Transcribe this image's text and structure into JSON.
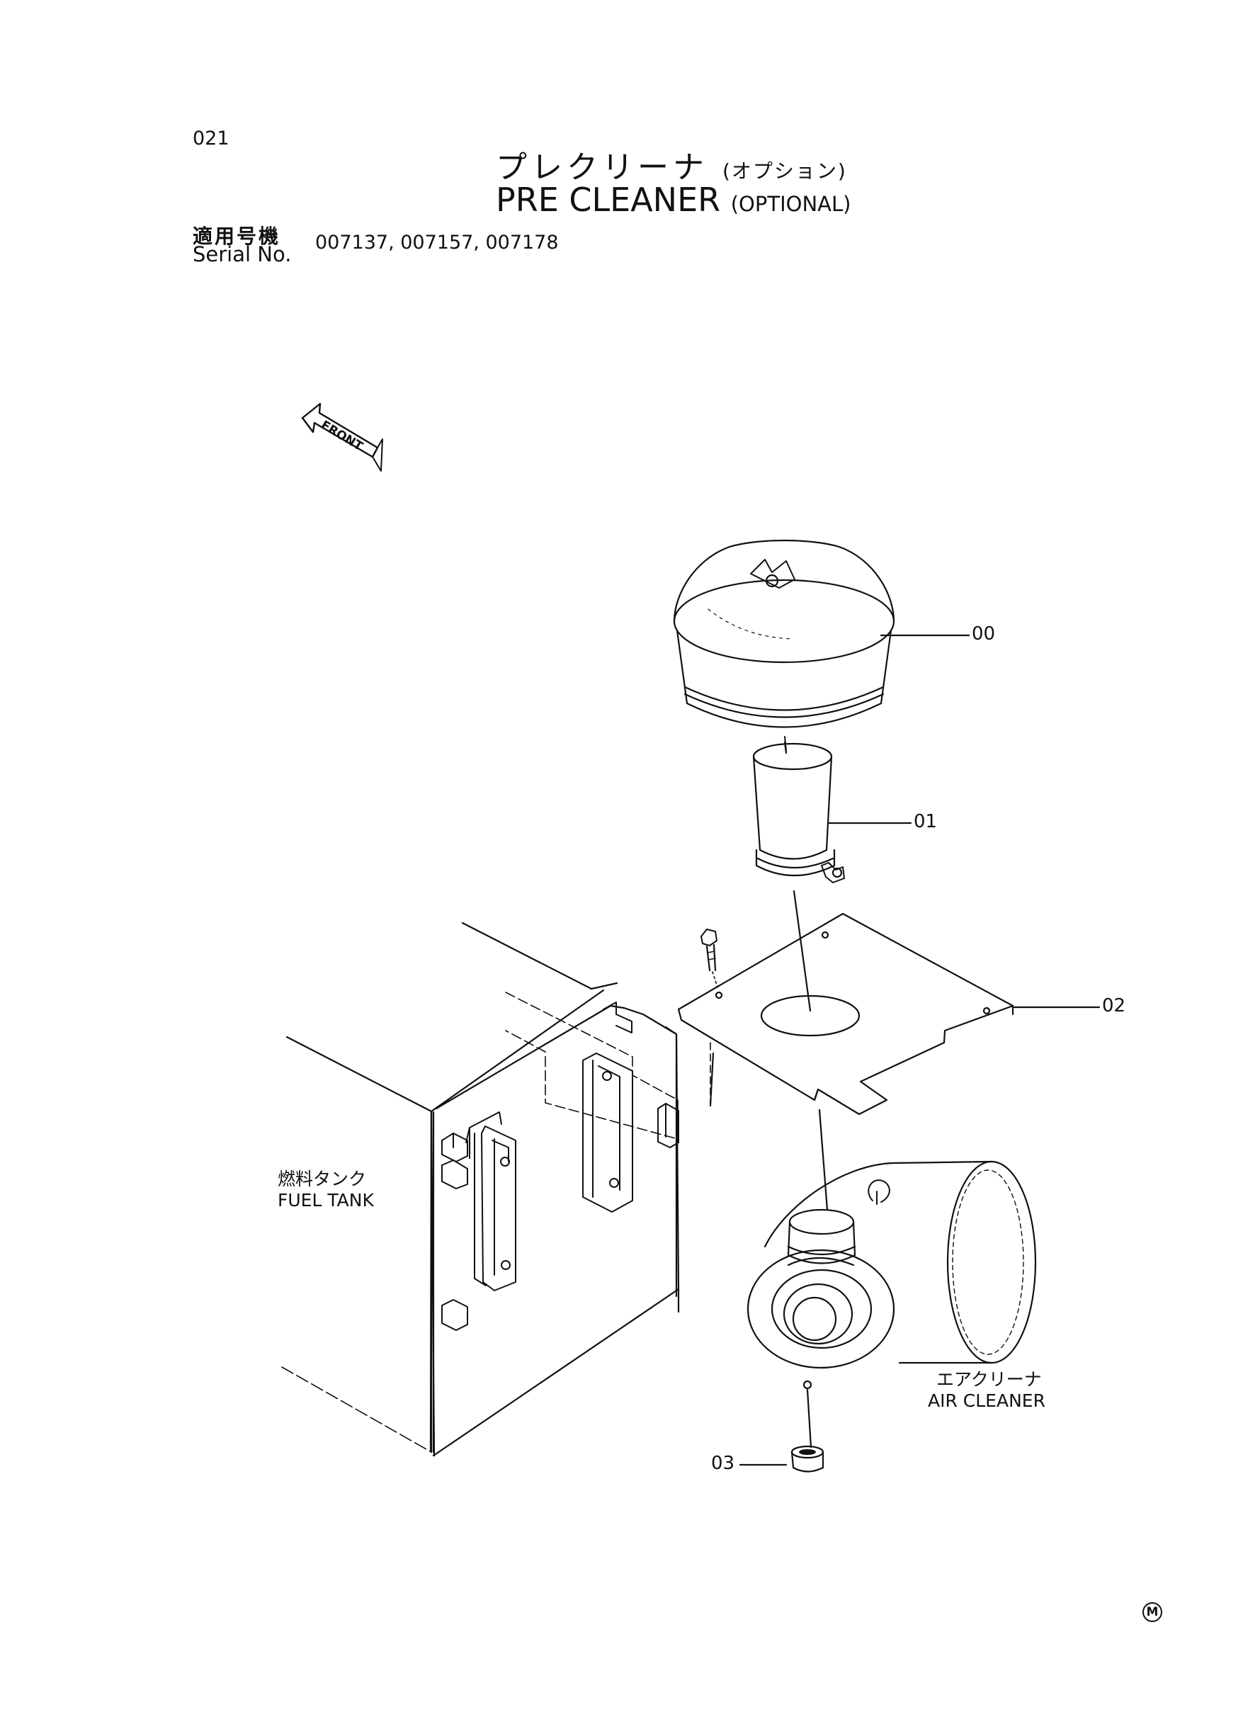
{
  "page": {
    "number": "021",
    "mark": "M"
  },
  "title": {
    "jp": "プレクリーナ",
    "jp_sub": "(オプション)",
    "en": "PRE CLEANER",
    "en_sub": "(OPTIONAL)"
  },
  "serial": {
    "label_jp": "適用号機",
    "label_en": "Serial No.",
    "values": "007137, 007157, 007178"
  },
  "front_arrow": "FRONT",
  "components": {
    "fuel_tank_jp": "燃料タンク",
    "fuel_tank_en": "FUEL TANK",
    "air_cleaner_jp": "エアクリーナ",
    "air_cleaner_en": "AIR CLEANER"
  },
  "callouts": [
    "00",
    "01",
    "02",
    "03"
  ]
}
